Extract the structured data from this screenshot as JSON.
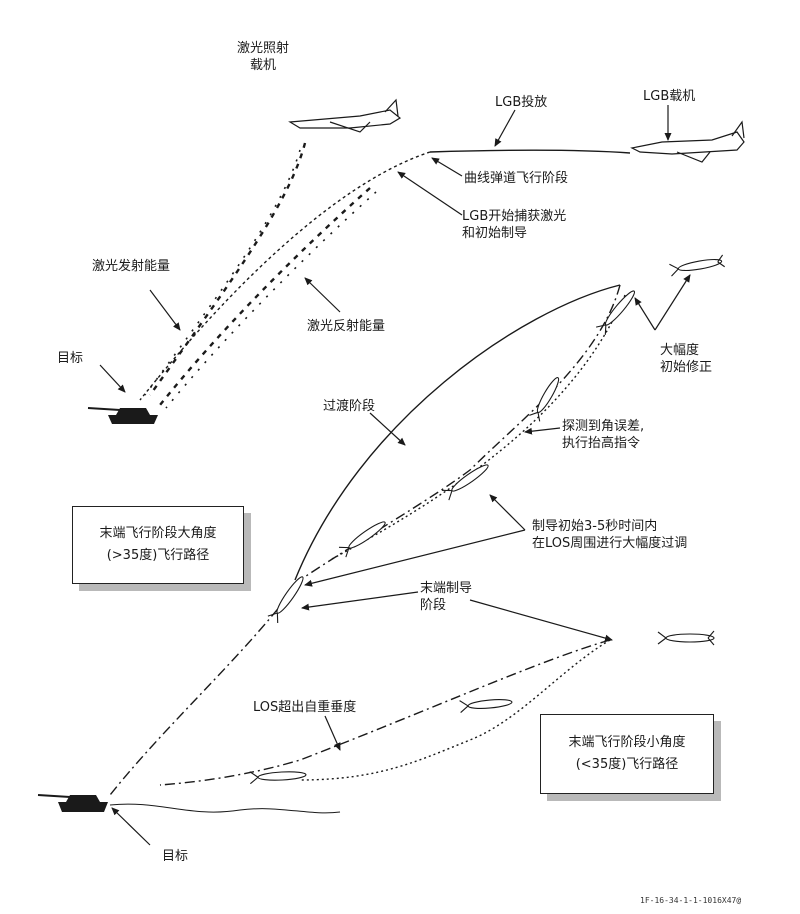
{
  "labels": {
    "laser_designator_aircraft": [
      "激光照射",
      "载机"
    ],
    "lgb_release": "LGB投放",
    "lgb_carrier_aircraft": "LGB载机",
    "ballistic_phase": "曲线弹道飞行阶段",
    "lgb_acquire_laser": [
      "LGB开始捕获激光",
      "和初始制导"
    ],
    "laser_emitted_energy": "激光发射能量",
    "laser_reflected_energy": "激光反射能量",
    "target_top": "目标",
    "large_initial_correction": [
      "大幅度",
      "初始修正"
    ],
    "transition_phase": "过渡阶段",
    "angle_error_pitch_up": [
      "探测到角误差,",
      "执行抬高指令"
    ],
    "initial_guidance_overshoot": [
      "制导初始3-5秒时间内",
      "在LOS周围进行大幅度过调"
    ],
    "terminal_guidance_phase": [
      "末端制导",
      "阶段"
    ],
    "los_beyond_vertical": "LOS超出自重垂度",
    "target_bottom": "目标"
  },
  "boxes": {
    "high_angle": [
      "末端飞行阶段大角度",
      "(>35度)飞行路径"
    ],
    "low_angle": [
      "末端飞行阶段小角度",
      "(<35度)飞行路径"
    ]
  },
  "figure_code": "1F-16-34-1-1-1016X47@",
  "colors": {
    "ink": "#1a1a1a",
    "shadow": "#b9b9b9"
  }
}
